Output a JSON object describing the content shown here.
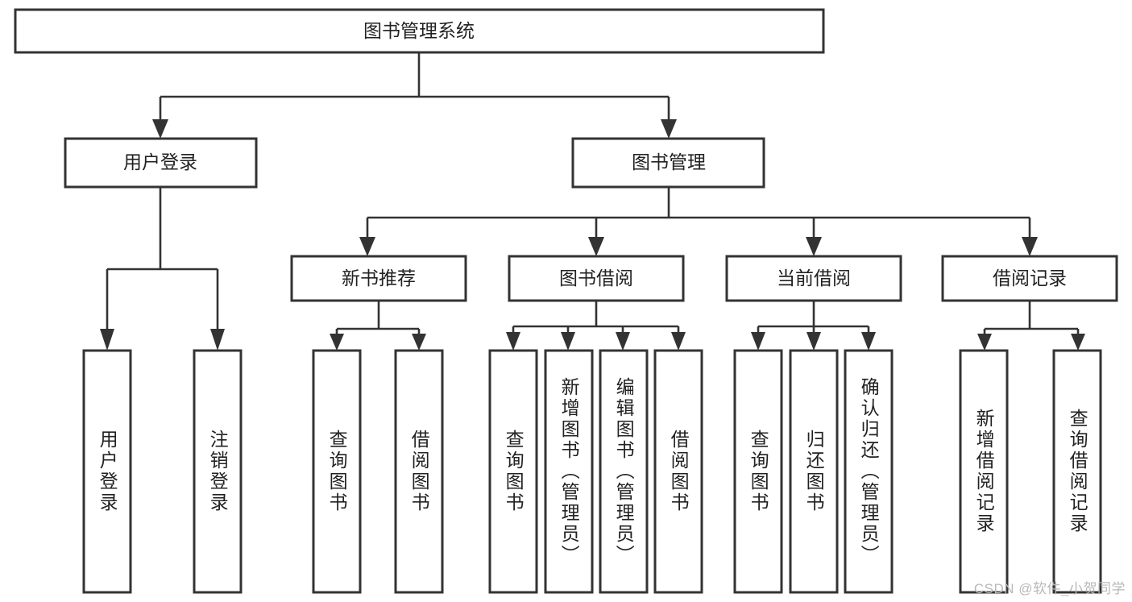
{
  "diagram": {
    "type": "tree-hierarchy",
    "title": "图书管理系统",
    "watermark": "CSDN @软件_小贺同学",
    "colors": {
      "border": "#333333",
      "box_fill": "#ffffff",
      "text": "#222222",
      "background": "#ffffff",
      "watermark": "#b8b8b8"
    },
    "root": {
      "label": "图书管理系统",
      "orientation": "horizontal"
    },
    "level2": [
      {
        "label": "用户登录",
        "orientation": "horizontal"
      },
      {
        "label": "图书管理",
        "orientation": "horizontal"
      }
    ],
    "level3": [
      {
        "label": "新书推荐",
        "orientation": "horizontal",
        "parent": "图书管理"
      },
      {
        "label": "图书借阅",
        "orientation": "horizontal",
        "parent": "图书管理"
      },
      {
        "label": "当前借阅",
        "orientation": "horizontal",
        "parent": "图书管理"
      },
      {
        "label": "借阅记录",
        "orientation": "horizontal",
        "parent": "图书管理"
      }
    ],
    "leaves": [
      {
        "label": "用户登录",
        "parent": "用户登录",
        "orientation": "vertical"
      },
      {
        "label": "注销登录",
        "parent": "用户登录",
        "orientation": "vertical"
      },
      {
        "label": "查询图书",
        "parent": "新书推荐",
        "orientation": "vertical"
      },
      {
        "label": "借阅图书",
        "parent": "新书推荐",
        "orientation": "vertical"
      },
      {
        "label": "查询图书",
        "parent": "图书借阅",
        "orientation": "vertical"
      },
      {
        "label": "新增图书（管理员）",
        "parent": "图书借阅",
        "orientation": "vertical"
      },
      {
        "label": "编辑图书（管理员）",
        "parent": "图书借阅",
        "orientation": "vertical"
      },
      {
        "label": "借阅图书",
        "parent": "图书借阅",
        "orientation": "vertical"
      },
      {
        "label": "查询图书",
        "parent": "当前借阅",
        "orientation": "vertical"
      },
      {
        "label": "归还图书",
        "parent": "当前借阅",
        "orientation": "vertical"
      },
      {
        "label": "确认归还（管理员）",
        "parent": "当前借阅",
        "orientation": "vertical"
      },
      {
        "label": "新增借阅记录",
        "parent": "借阅记录",
        "orientation": "vertical"
      },
      {
        "label": "查询借阅记录",
        "parent": "借阅记录",
        "orientation": "vertical"
      }
    ]
  }
}
